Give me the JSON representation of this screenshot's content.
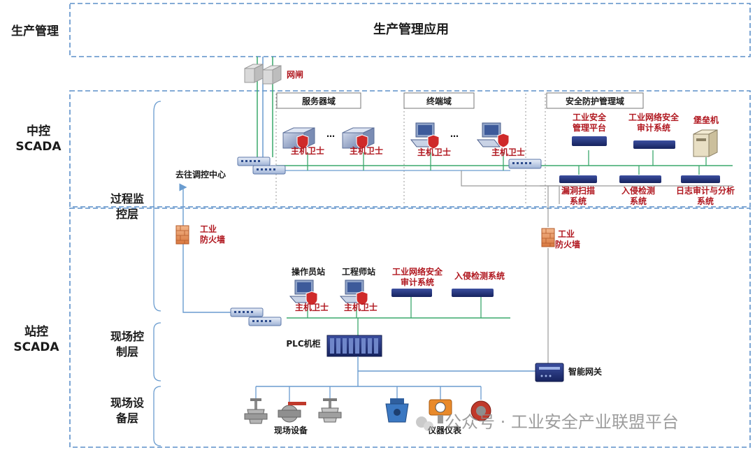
{
  "layers": {
    "production": "生产管理",
    "central_line1": "中控",
    "central_line2": "SCADA",
    "process_line1": "过程监",
    "process_line2": "控层",
    "station_line1": "站控",
    "station_line2": "SCADA",
    "control_line1": "现场控",
    "control_line2": "制层",
    "device_line1": "现场设",
    "device_line2": "备层"
  },
  "top": {
    "title": "生产管理应用"
  },
  "gateway": "网闸",
  "zones": {
    "server": "服务器域",
    "terminal": "终端域",
    "security": "安全防护管理域"
  },
  "host_guard": "主机卫士",
  "security_zone": {
    "platform_line1": "工业安全",
    "platform_line2": "管理平台",
    "audit_line1": "工业网络安全",
    "audit_line2": "审计系统",
    "bastion": "堡垒机",
    "vuln_line1": "漏洞扫描",
    "vuln_line2": "系统",
    "ids_line1": "入侵检测",
    "ids_line2": "系统",
    "log_line1": "日志审计与分析",
    "log_line2": "系统"
  },
  "dispatch": "去往调控中心",
  "firewall_line1": "工业",
  "firewall_line2": "防火墙",
  "station": {
    "operator": "操作员站",
    "engineer": "工程师站",
    "audit_line1": "工业网络安全",
    "audit_line2": "审计系统",
    "ids": "入侵检测系统",
    "plc": "PLC机柜",
    "gateway": "智能网关",
    "field_devices": "现场设备",
    "instruments": "仪器仪表"
  },
  "ellipsis": "…",
  "watermark": "公众号 · 工业安全产业联盟平台",
  "colors": {
    "dashed_border": "#5b8fc9",
    "green_line": "#3aa86b",
    "blue_line": "#6a9ccf",
    "gray_line": "#9a9a9a",
    "red_text": "#b0171f",
    "device_navy": "#1f2f7a"
  }
}
